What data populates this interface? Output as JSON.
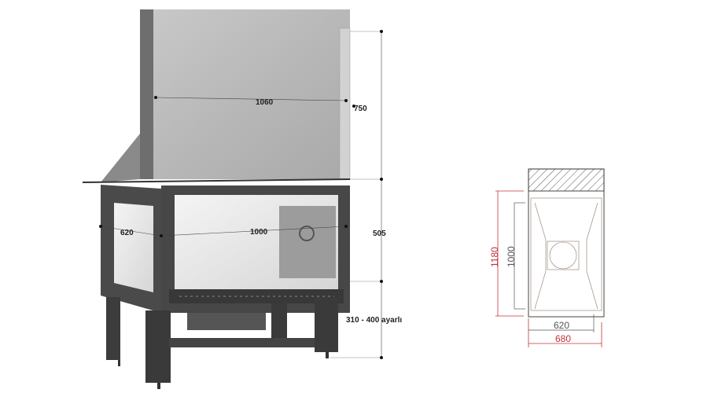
{
  "fireplace_3d": {
    "width_label": "1060",
    "hood_height_label": "750",
    "side_depth_label": "620",
    "firebox_width_label": "1000",
    "firebox_height_label": "505",
    "leg_height_label": "310 - 400 ayarlı"
  },
  "plan_view": {
    "overall_depth_label": "1180",
    "inner_depth_label": "1000",
    "inner_width_label": "620",
    "overall_width_label": "680",
    "dimension_color": "#c0343c",
    "inner_dimension_color": "#7a6a5a"
  }
}
